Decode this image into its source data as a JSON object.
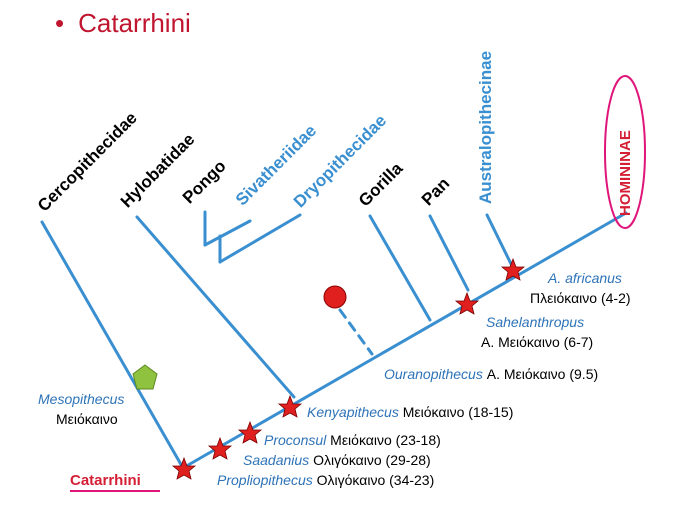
{
  "title": "Catarrhini",
  "colors": {
    "branch": "#3a8fd0",
    "accent_red": "#c0152f",
    "taxon_blue": "#2e73b8",
    "star": "#e01f1f",
    "pentagon": "#8fc23e",
    "highlight": "#e0157a"
  },
  "taxa": {
    "cercopithecidae": "Cercopithecidae",
    "hylobatidae": "Hylobatidae",
    "pongo": "Pongo",
    "sivatheriidae": "Sivatheriidae",
    "dryopithecidae": "Dryopithecidae",
    "gorilla": "Gorilla",
    "pan": "Pan",
    "australopithecinae": "Australopithecinae",
    "homininae": "HOMININAE"
  },
  "fossils": {
    "a_africanus": {
      "genus": "A. africanus",
      "age": "Πλειόκαινο (4-2)"
    },
    "sahelanthropus": {
      "genus": "Sahelanthropus",
      "age": "Α. Μειόκαινο (6-7)"
    },
    "ouranopithecus": {
      "genus": "Ouranopithecus",
      "age": "Α. Μειόκαινο (9.5)"
    },
    "kenyapithecus": {
      "genus": "Kenyapithecus",
      "age": "Μειόκαινο (18-15)"
    },
    "proconsul": {
      "genus": "Proconsul",
      "age": "Μειόκαινο (23-18)"
    },
    "saadanius": {
      "genus": "Saadanius",
      "age": "Ολιγόκαινο (29-28)"
    },
    "propliopithecus": {
      "genus": "Propliopithecus",
      "age": "Ολιγόκαινο (34-23)"
    },
    "mesopithecus": {
      "genus": "Mesopithecus",
      "age": "Μειόκαινο"
    }
  },
  "root_label": "Catarrhini"
}
